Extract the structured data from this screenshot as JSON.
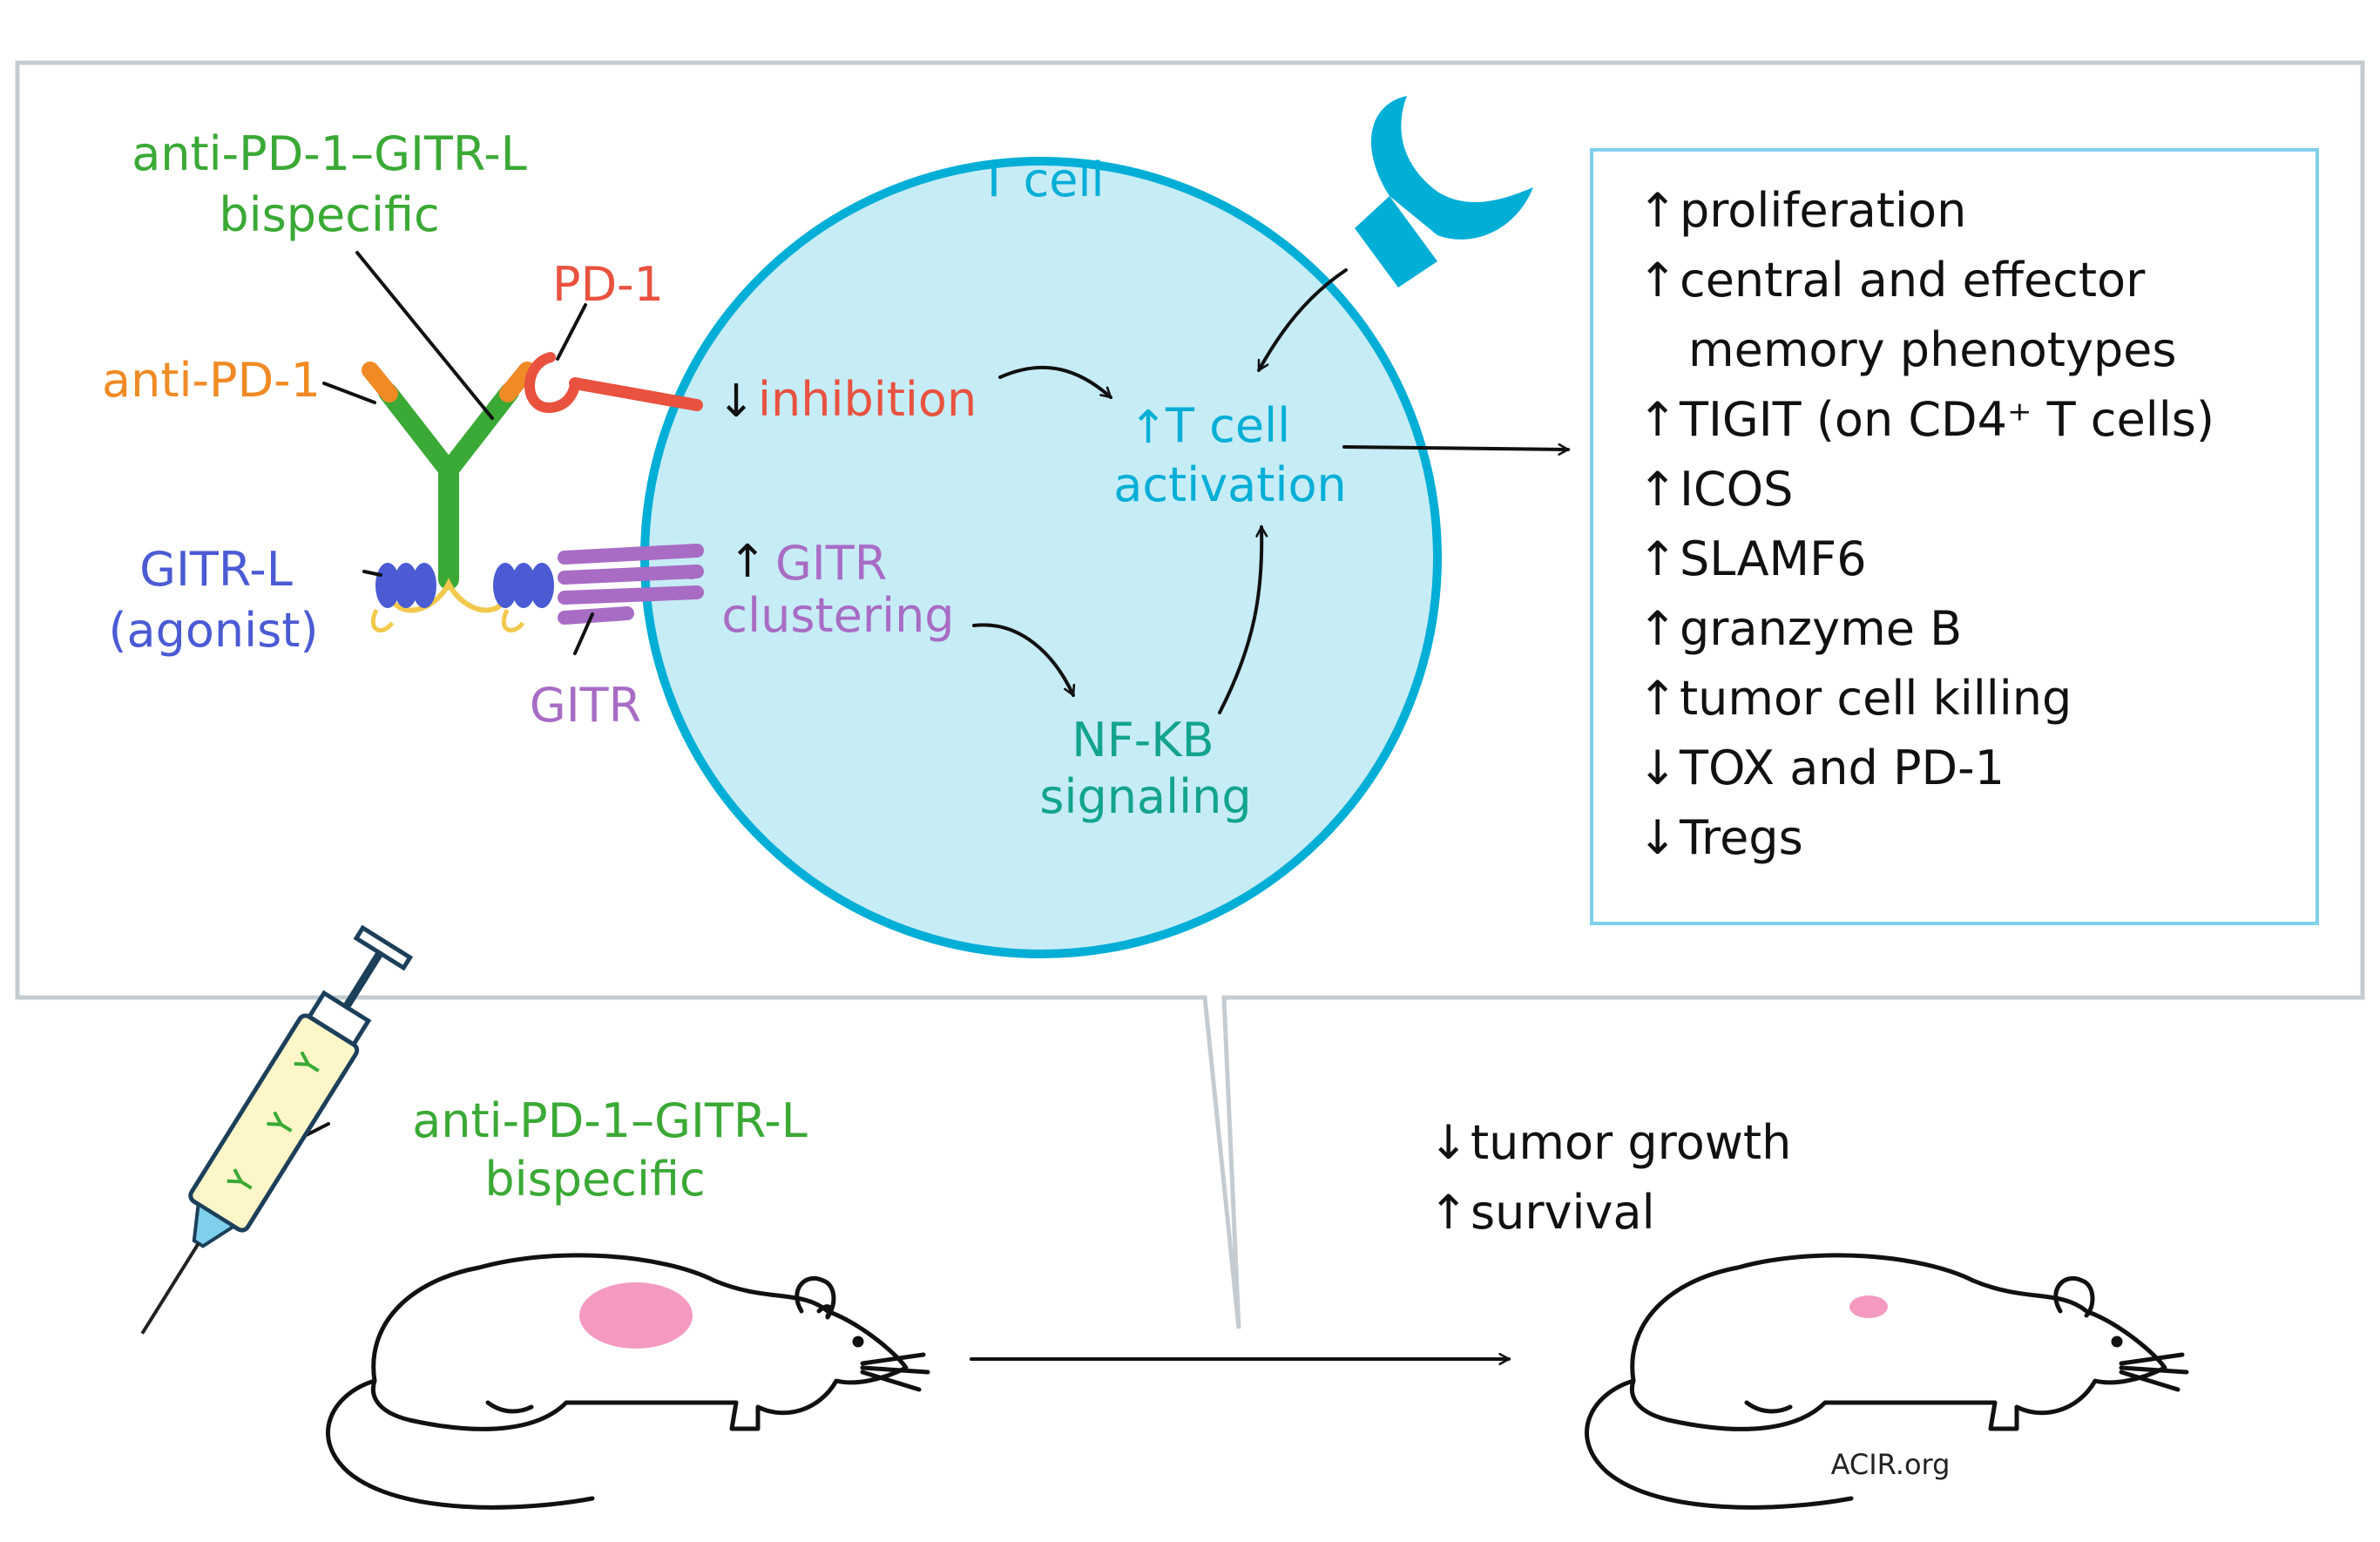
{
  "colors": {
    "green": "#3aa935",
    "orange": "#f08a24",
    "red": "#e8523f",
    "blue": "#4a5bd4",
    "purple": "#a86cc4",
    "cyan": "#00aed6",
    "teal": "#13a48e",
    "black": "#111111",
    "pink": "#f49ac1",
    "panel_border": "#c4ccd2",
    "cell_fill": "#c6ecf6",
    "list_border": "#7fd0ea"
  },
  "labels": {
    "bispecific_top_line1": "anti-PD-1–GITR-L",
    "bispecific_top_line2": "bispecific",
    "pd1": "PD-1",
    "anti_pd1": "anti-PD-1",
    "gitrl_line1": "GITR-L",
    "gitrl_line2": "(agonist)",
    "gitr": "GITR",
    "tcell": "T cell",
    "inhibition": "inhibition",
    "tcell_activation_line1": "T cell",
    "tcell_activation_line2": "activation",
    "gitr_clustering_line1": "GITR",
    "gitr_clustering_line2": "clustering",
    "nfkb_line1": "NF-KB",
    "nfkb_line2": "signaling",
    "syringe_line1": "anti-PD-1–GITR-L",
    "syringe_line2": "bispecific",
    "footer": "ACIR.org"
  },
  "effects": [
    {
      "arrow": "↑",
      "text": "proliferation"
    },
    {
      "arrow": "↑",
      "text": "central and effector"
    },
    {
      "arrow": "",
      "text": "memory phenotypes"
    },
    {
      "arrow": "↑",
      "text": "TIGIT (on CD4⁺ T cells)"
    },
    {
      "arrow": "↑",
      "text": "ICOS"
    },
    {
      "arrow": "↑",
      "text": "SLAMF6"
    },
    {
      "arrow": "↑",
      "text": "granzyme B"
    },
    {
      "arrow": "↑",
      "text": "tumor cell killing"
    },
    {
      "arrow": "↓",
      "text": "TOX and PD-1"
    },
    {
      "arrow": "↓",
      "text": "Tregs"
    }
  ],
  "outcomes": [
    {
      "arrow": "↓",
      "text": "tumor growth"
    },
    {
      "arrow": "↑",
      "text": "survival"
    }
  ],
  "arrows": {
    "up": "↑",
    "down": "↓"
  }
}
